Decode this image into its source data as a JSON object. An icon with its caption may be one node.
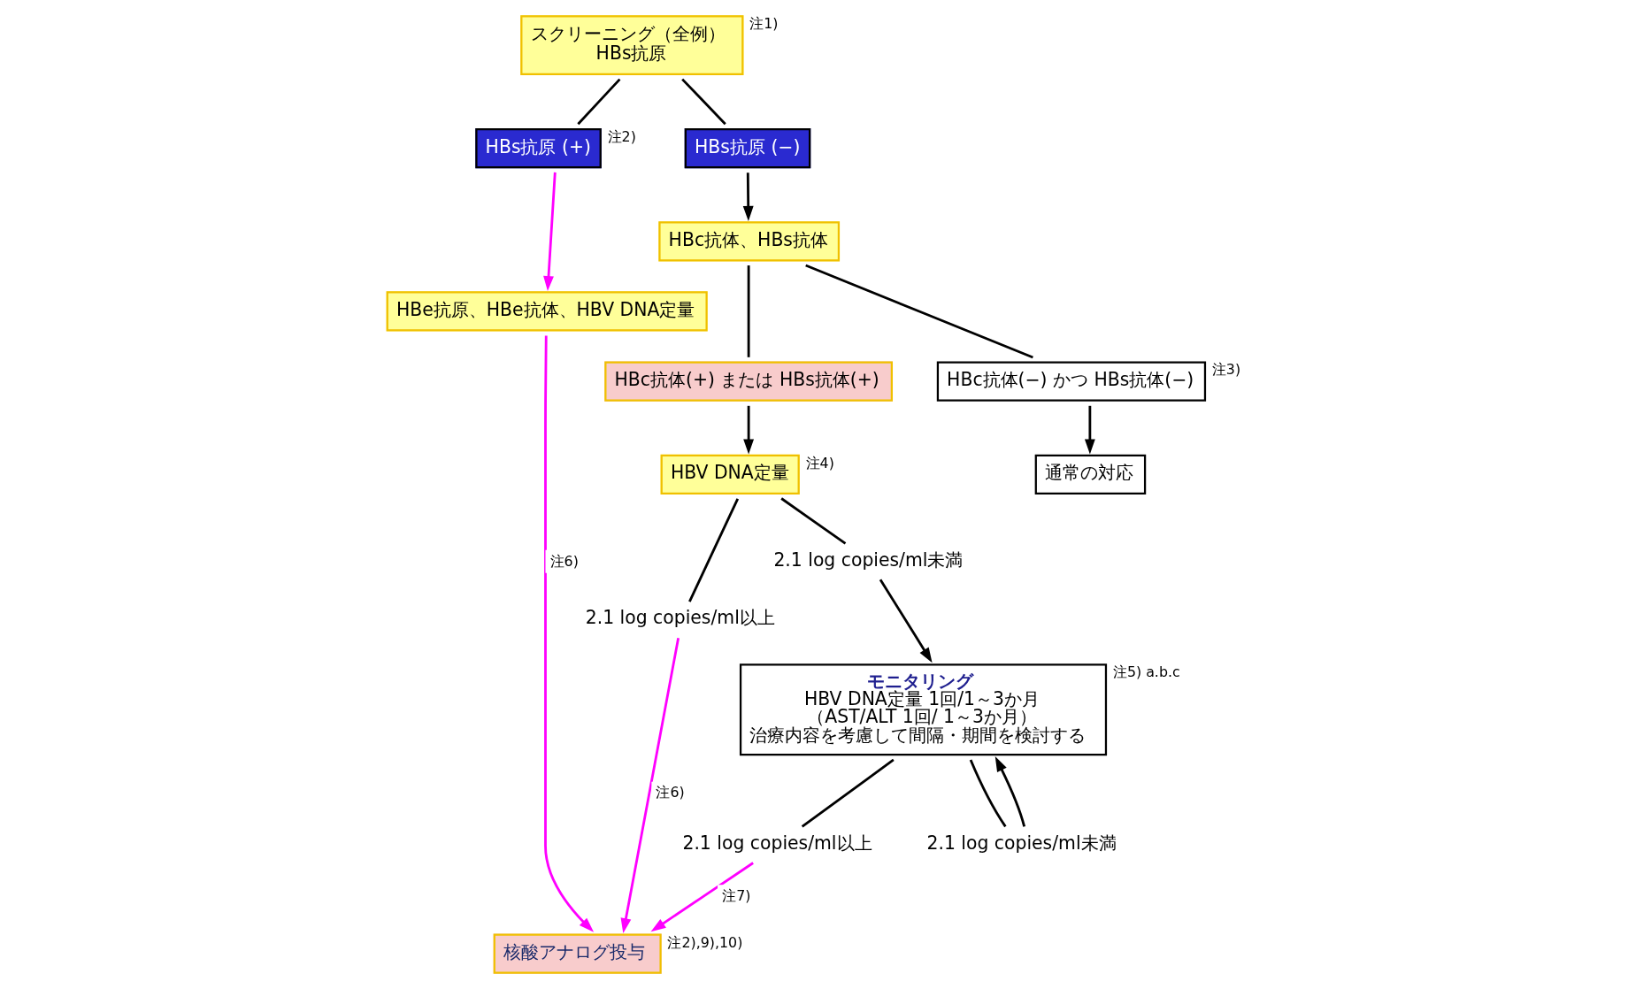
{
  "diagram": {
    "nodes": [
      {
        "text": [
          "スクリーニング（全例）",
          "HBs抗原"
        ],
        "beside": [
          "注1)"
        ]
      },
      {
        "text": [
          "HBs抗原 (+)"
        ],
        "beside": [
          "注2)"
        ]
      },
      {
        "text": [
          "HBs抗原 (−)"
        ]
      },
      {
        "text": [
          "HBc抗体、HBs抗体"
        ]
      },
      {
        "text": [
          "HBe抗原、HBe抗体、HBV DNA定量"
        ]
      },
      {
        "text": [
          "HBc抗体(+) または HBs抗体(+)"
        ]
      },
      {
        "text": [
          "HBc抗体(−) かつ HBs抗体(−)"
        ],
        "beside": [
          "注3)"
        ]
      },
      {
        "text": [
          "HBV DNA定量"
        ],
        "beside": [
          "注4)"
        ]
      },
      {
        "text": [
          "通常の対応"
        ]
      },
      {
        "text": [
          "2.1 log copies/ml以上"
        ]
      },
      {
        "text": [
          "2.1 log copies/ml未満"
        ]
      },
      {
        "text": [
          "モニタリング",
          "HBV DNA定量 1回/1～3か月",
          "（AST/ALT 1回/ 1～3か月）",
          "治療内容を考慮して間隔・期間を検討する"
        ],
        "beside": [
          "注5) a.b.c"
        ]
      },
      {
        "text": [
          "核酸アナログ投与"
        ],
        "beside": [
          "注2),9),10)"
        ]
      },
      {
        "text": [
          "2.1 log copies/ml以上"
        ]
      },
      {
        "text": [
          "2.1 log copies/ml未満"
        ]
      }
    ],
    "edges": [
      {
        "from": 0,
        "to": 1,
        "arrow": "none"
      },
      {
        "from": 0,
        "to": 2,
        "arrow": "none"
      },
      {
        "from": 1,
        "to": 4,
        "arrow": "to",
        "color": "#ff00ff"
      },
      {
        "from": 2,
        "to": 3,
        "arrow": "to"
      },
      {
        "from": 3,
        "to": 5,
        "arrow": "none"
      },
      {
        "from": 3,
        "to": 6,
        "arrow": "none"
      },
      {
        "from": 5,
        "to": 7,
        "arrow": "to"
      },
      {
        "from": 6,
        "to": 8,
        "arrow": "to"
      },
      {
        "from": 7,
        "to": 9,
        "arrow": "none"
      },
      {
        "from": 7,
        "to": 10,
        "arrow": "none"
      },
      {
        "from": 10,
        "to": 11,
        "arrow": "to"
      },
      {
        "from": 4,
        "to": 12,
        "arrow": "to",
        "label": "注6)",
        "color": "#ff00ff"
      },
      {
        "from": 9,
        "to": 12,
        "arrow": "to",
        "label": "注6)",
        "color": "#ff00ff"
      },
      {
        "from": 11,
        "to": 13,
        "arrow": "none"
      },
      {
        "from": 11,
        "to": 14,
        "arrow": "none"
      },
      {
        "from": 13,
        "to": 12,
        "arrow": "to",
        "label": "注7)",
        "color": "#ff00ff"
      },
      {
        "from": 14,
        "to": 11,
        "arrow": "to"
      }
    ]
  }
}
